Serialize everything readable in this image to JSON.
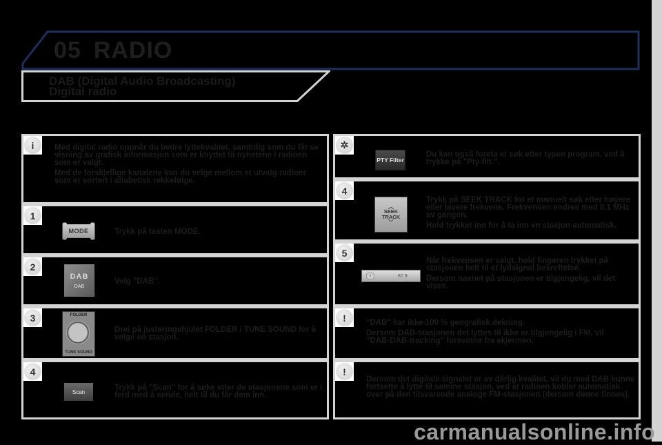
{
  "chapter": {
    "number": "05",
    "title": "RADIO",
    "accent_color": "#1d2f5a"
  },
  "section": {
    "title_line1": "DAB (Digital Audio Broadcasting)",
    "title_line2": "Digital radio"
  },
  "left_panels": [
    {
      "badge": "i",
      "badge_icon": "info-icon",
      "paragraphs": [
        "Med digital radio oppnår du bedre lyttekvalitet, samtidig som du får se visning av grafisk informasjon som er knyttet til nyhetene i radioen som er valgt.",
        "Med de forskjellige kanalene kan du velge mellom et utvalg radioer som er sortert i alfabetisk rekkefølge."
      ]
    },
    {
      "badge": "1",
      "widget_label": "MODE",
      "paragraphs": [
        "Trykk på tasten MODE."
      ]
    },
    {
      "badge": "2",
      "widget_logo": "DAB",
      "widget_label": "DAB",
      "paragraphs": [
        "Velg \"DAB\"."
      ]
    },
    {
      "badge": "3",
      "widget_top": "FOLDER",
      "widget_bottom": "TUNE SOUND",
      "paragraphs": [
        "Drei på justeringshjulet FOLDER / TUNE SOUND for å velge en stasjon."
      ]
    },
    {
      "badge": "4",
      "widget_label": "Scan",
      "paragraphs": [
        "Trykk på \"Scan\" for å søke etter de stasjonene som er i ferd med å sende, helt til du får dem inn."
      ]
    }
  ],
  "right_panels": [
    {
      "badge_icon": "lightbulb-icon",
      "widget_label": "PTY Filter",
      "paragraphs": [
        "Du kan også foreta et søk etter typen program, ved å trykke på \"Pty-filt.\"."
      ]
    },
    {
      "badge": "4",
      "widget_label_line1": "SEEK",
      "widget_label_line2": "TRACK",
      "paragraphs": [
        "Trykk på SEEK TRACK for et manuelt søk etter høyere eller lavere frekvens. Frekvensen endres med 0,1 MHz av gangen.",
        "Hold trykket inn for å ta inn en stasjon automatisk."
      ]
    },
    {
      "badge": "5",
      "widget_preset": "1",
      "widget_freq": "87.9",
      "paragraphs": [
        "Når frekvensen er valgt, hold fingeren trykket på stasjonen helt til et lydsignal bekreftelse.",
        "Dersom navnet på stasjonen er tilgjengelig, vil det vises."
      ]
    },
    {
      "badge": "!",
      "badge_icon": "warning-icon",
      "paragraphs": [
        "\"DAB\" har ikke 100 % geografisk dekning.",
        "Dersom DAB-stasjonen det lyttes til ikke er tilgjengelig i FM, vil \"DAB-DAB-tracking\" forsvinne fra skjermen."
      ]
    },
    {
      "badge": "!",
      "badge_icon": "warning-icon",
      "paragraphs": [
        "Dersom det digitale signalet er av dårlig kvalitet, vil du med DAB kunne fortsette å lytte til samme stasjon, ved at radioen kobler automatisk over på den tilsvarende analoge FM-stasjonen (dersom denne finnes)."
      ]
    }
  ],
  "watermark": "carmanualsonline.info"
}
